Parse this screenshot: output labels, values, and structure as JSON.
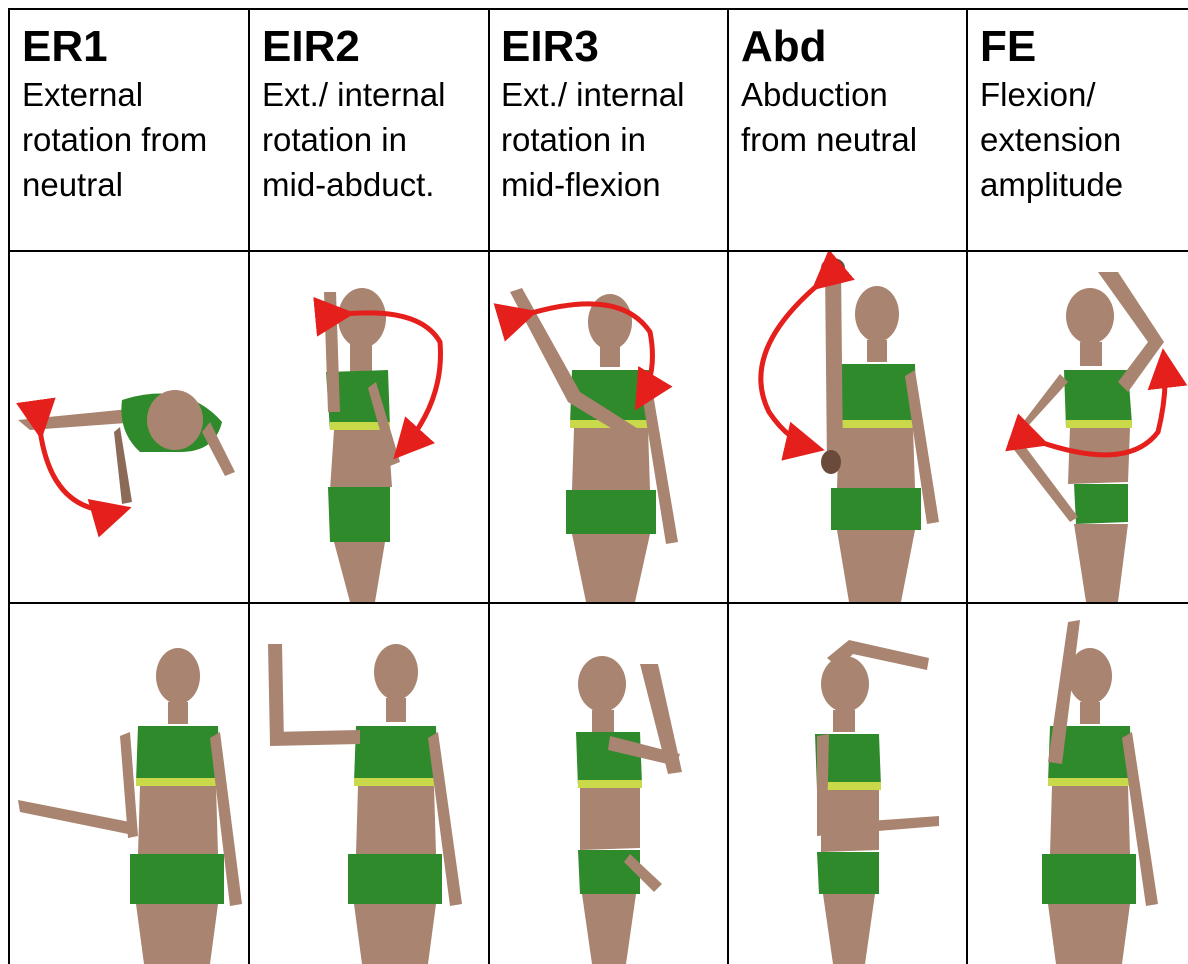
{
  "columns": [
    {
      "code": "ER1",
      "desc": "External\nrotation from\nneutral"
    },
    {
      "code": "EIR2",
      "desc": "Ext./ internal\nrotation in\nmid-abduct."
    },
    {
      "code": "EIR3",
      "desc": "Ext./ internal\nrotation in\nmid-flexion"
    },
    {
      "code": "Abd",
      "desc": "Abduction\nfrom neutral"
    },
    {
      "code": "FE",
      "desc": "Flexion/\nextension\namplitude"
    }
  ],
  "colors": {
    "skin": "#a98470",
    "skin_dark": "#8c6a58",
    "suit": "#2f8a2c",
    "suit_dark": "#1f6a1e",
    "band": "#c9d94a",
    "arrow": "#e5201c",
    "line": "#000000"
  }
}
